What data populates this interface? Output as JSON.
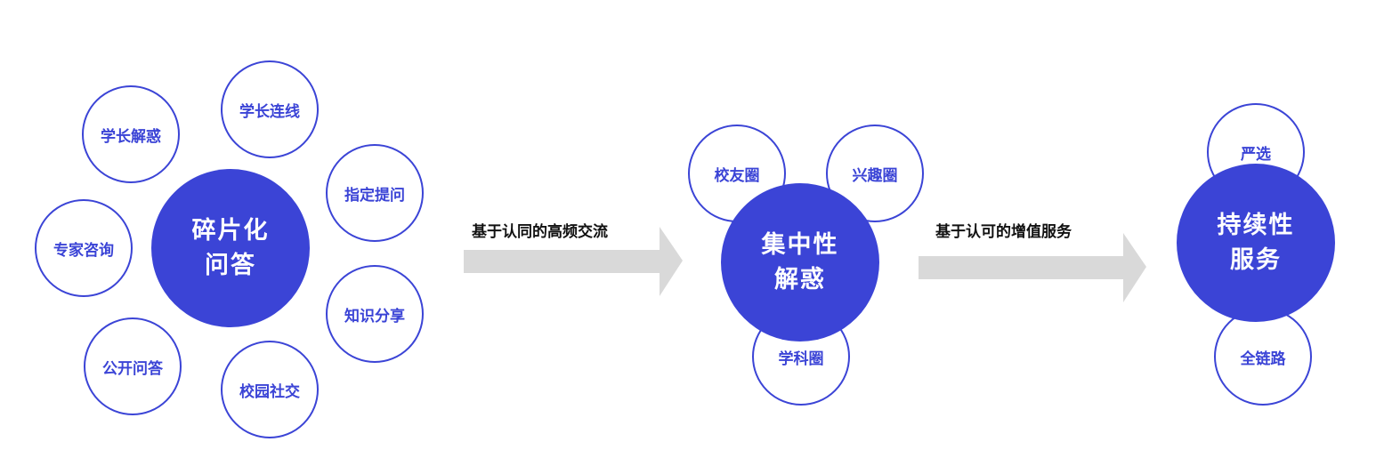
{
  "stage1": {
    "center": [
      "碎片化",
      "问答"
    ],
    "satellites": {
      "xzjh": "学长解惑",
      "xzlx": "学长连线",
      "zdtw": "指定提问",
      "zjzx": "专家咨询",
      "zsfx": "知识分享",
      "gkwd": "公开问答",
      "xysj": "校园社交"
    }
  },
  "arrow1": {
    "label": "基于认同的高频交流"
  },
  "stage2": {
    "center": [
      "集中性",
      "解惑"
    ],
    "satellites": {
      "xyq": "校友圈",
      "xqq": "兴趣圈",
      "xkq": "学科圈"
    }
  },
  "arrow2": {
    "label": "基于认可的增值服务"
  },
  "stage3": {
    "center": [
      "持续性",
      "服务"
    ],
    "satellites": {
      "yx": "严选",
      "qll": "全链路"
    }
  },
  "colors": {
    "primary": "#3b44d6",
    "arrow": "#d9d9d9"
  }
}
